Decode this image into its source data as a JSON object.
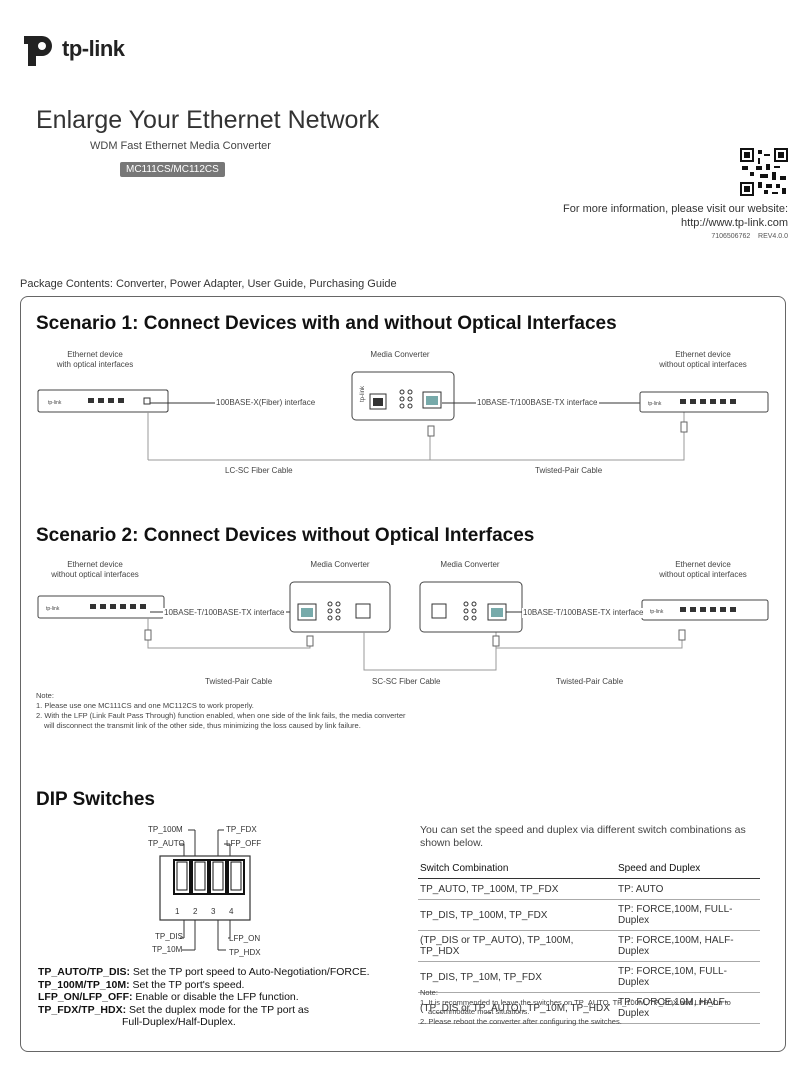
{
  "logo": {
    "text": "tp-link"
  },
  "header": {
    "title": "Enlarge Your Ethernet Network",
    "subtitle": "WDM Fast Ethernet Media Converter",
    "model": "MC111CS/MC112CS",
    "visit_line1": "For more information, please visit our website:",
    "visit_line2": "http://www.tp-link.com",
    "doc_code": "7106506762",
    "rev": "REV4.0.0"
  },
  "package": "Package Contents: Converter, Power Adapter, User Guide, Purchasing Guide",
  "scenario1": {
    "title": "Scenario 1: Connect Devices with and without Optical Interfaces",
    "left_device": [
      "Ethernet device",
      "with optical interfaces"
    ],
    "center_device": "Media Converter",
    "right_device": [
      "Ethernet device",
      "without optical interfaces"
    ],
    "fiber_iface": "100BASE-X(Fiber) interface",
    "tx_iface": "10BASE-T/100BASE-TX interface",
    "fiber_cable": "LC-SC Fiber Cable",
    "tp_cable": "Twisted-Pair Cable"
  },
  "scenario2": {
    "title": "Scenario 2: Connect Devices without Optical Interfaces",
    "left_device": [
      "Ethernet device",
      "without optical interfaces"
    ],
    "mc1": "Media Converter",
    "mc2": "Media Converter",
    "right_device": [
      "Ethernet device",
      "without optical interfaces"
    ],
    "iface_left": "10BASE-T/100BASE-TX interface",
    "iface_right": "10BASE-T/100BASE-TX interface",
    "cable_left": "Twisted-Pair Cable",
    "cable_mid": "SC-SC Fiber Cable",
    "cable_right": "Twisted-Pair Cable"
  },
  "notes": {
    "heading": "Note:",
    "n1": "1. Please use one MC111CS and one MC112CS to work properly.",
    "n2a": "2. With the LFP (Link Fault Pass Through) function enabled, when one side of the link fails, the media converter",
    "n2b": "will disconnect the transmit link of the other side, thus minimizing the loss caused by link failure."
  },
  "dip": {
    "title": "DIP Switches",
    "labels_top_left": [
      "TP_100M",
      "TP_AUTO"
    ],
    "labels_top_right": [
      "TP_FDX",
      "LFP_OFF"
    ],
    "labels_bottom_left": [
      "TP_DIS",
      "TP_10M"
    ],
    "labels_bottom_right": [
      "LFP_ON",
      "TP_HDX"
    ],
    "numbers": [
      "1",
      "2",
      "3",
      "4"
    ],
    "desc": [
      {
        "key": "TP_AUTO/TP_DIS:",
        "text": " Set the TP port speed to Auto-Negotiation/FORCE."
      },
      {
        "key": "TP_100M/TP_10M:",
        "text": " Set the TP port's speed."
      },
      {
        "key": "LFP_ON/LFP_OFF:",
        "text": " Enable or disable the LFP function."
      },
      {
        "key": "TP_FDX/TP_HDX:",
        "text": " Set the duplex mode for the TP port as"
      }
    ],
    "desc_cont": "Full-Duplex/Half-Duplex."
  },
  "table": {
    "intro": "You can set the speed and duplex via different switch combinations as shown below.",
    "headers": [
      "Switch Combination",
      "Speed and Duplex"
    ],
    "rows": [
      [
        "TP_AUTO, TP_100M, TP_FDX",
        "TP: AUTO"
      ],
      [
        "TP_DIS, TP_100M, TP_FDX",
        "TP: FORCE,100M, FULL-Duplex"
      ],
      [
        "(TP_DIS or TP_AUTO), TP_100M, TP_HDX",
        "TP: FORCE,100M, HALF-Duplex"
      ],
      [
        "TP_DIS, TP_10M, TP_FDX",
        "TP: FORCE,10M, FULL-Duplex"
      ],
      [
        "(TP_DIS or TP_AUTO), TP_10M, TP_HDX",
        "TP: FORCE,10M, HALF-Duplex"
      ]
    ],
    "note_heading": "Note:",
    "note1a": "1. It is recommended to leave the switches on TP_AUTO, TP_100M, TP_FDX and LFP_On to",
    "note1b": "accommodate most situations.",
    "note2": "2. Please reboot the converter after configuring the switches."
  }
}
